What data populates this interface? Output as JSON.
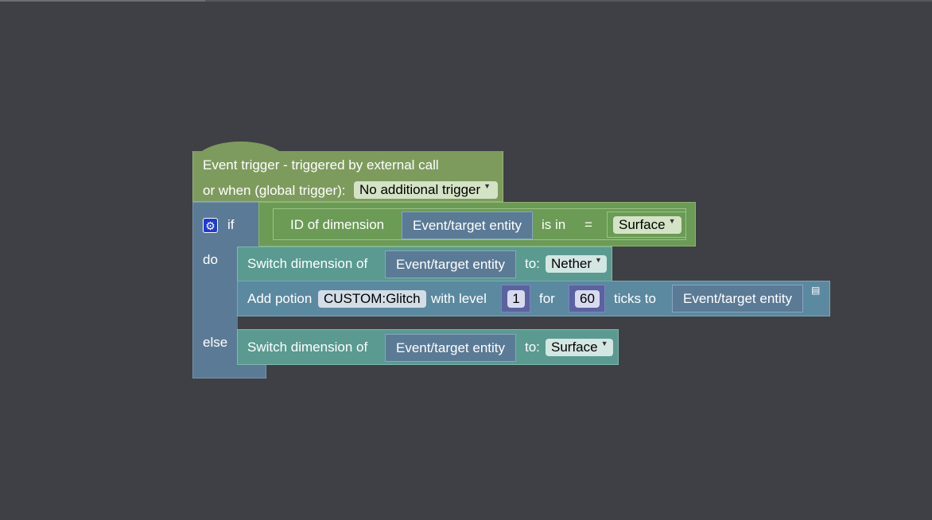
{
  "event": {
    "title": "Event trigger - triggered by external call",
    "global_label": "or when (global trigger):",
    "global_value": "No additional trigger"
  },
  "if_block": {
    "if_label": "if",
    "do_label": "do",
    "else_label": "else"
  },
  "condition": {
    "label": "ID of dimension",
    "entity": "Event/target entity",
    "is_in": "is in",
    "equals": "=",
    "dimension": "Surface"
  },
  "do_actions": {
    "switch": {
      "label": "Switch dimension of",
      "entity": "Event/target entity",
      "to_label": "to:",
      "dimension": "Nether"
    },
    "potion": {
      "label": "Add potion",
      "potion": "CUSTOM:Glitch",
      "with_level": "with level",
      "level": "1",
      "for_label": "for",
      "ticks": "60",
      "ticks_to": "ticks to",
      "entity": "Event/target entity"
    }
  },
  "else_action": {
    "label": "Switch dimension of",
    "entity": "Event/target entity",
    "to_label": "to:",
    "dimension": "Surface"
  },
  "icons": {
    "mutator": "gear-icon",
    "comment": "comment-icon",
    "dropdown": "dropdown-arrow-icon"
  },
  "colors": {
    "workspace": "#3f4045",
    "event_block": "#7e9b5e",
    "logic_block": "#5b7a95",
    "condition_block": "#6b9b55",
    "action_block": "#5a9a91",
    "number_block": "#5b62a0"
  }
}
